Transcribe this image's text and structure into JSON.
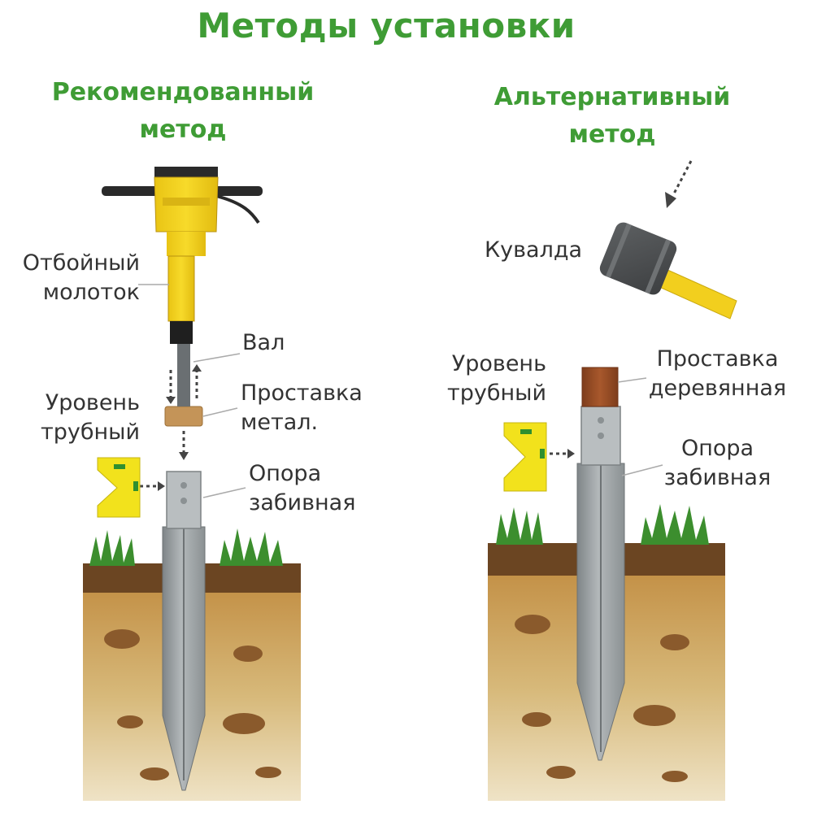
{
  "title": "Методы установки",
  "recommended": {
    "heading_line1": "Рекомендованный",
    "heading_line2": "метод",
    "labels": {
      "hammer_line1": "Отбойный",
      "hammer_line2": "молоток",
      "shaft": "Вал",
      "spacer_line1": "Проставка",
      "spacer_line2": "метал.",
      "level_line1": "Уровень",
      "level_line2": "трубный",
      "support_line1": "Опора",
      "support_line2": "забивная"
    }
  },
  "alternative": {
    "heading_line1": "Альтернативный",
    "heading_line2": "метод",
    "labels": {
      "sledgehammer": "Кувалда",
      "level_line1": "Уровень",
      "level_line2": "трубный",
      "spacer_line1": "Проставка",
      "spacer_line2": "деревянная",
      "support_line1": "Опора",
      "support_line2": "забивная"
    }
  },
  "colors": {
    "heading_green": "#3f9c35",
    "jackhammer_yellow": "#f3d41f",
    "level_yellow": "#f2e21c",
    "soil": "#c49a52",
    "topsoil": "#6b4522",
    "grass": "#3c8e2e",
    "steel": "#9aa0a2",
    "wood": "#9a4e26"
  }
}
